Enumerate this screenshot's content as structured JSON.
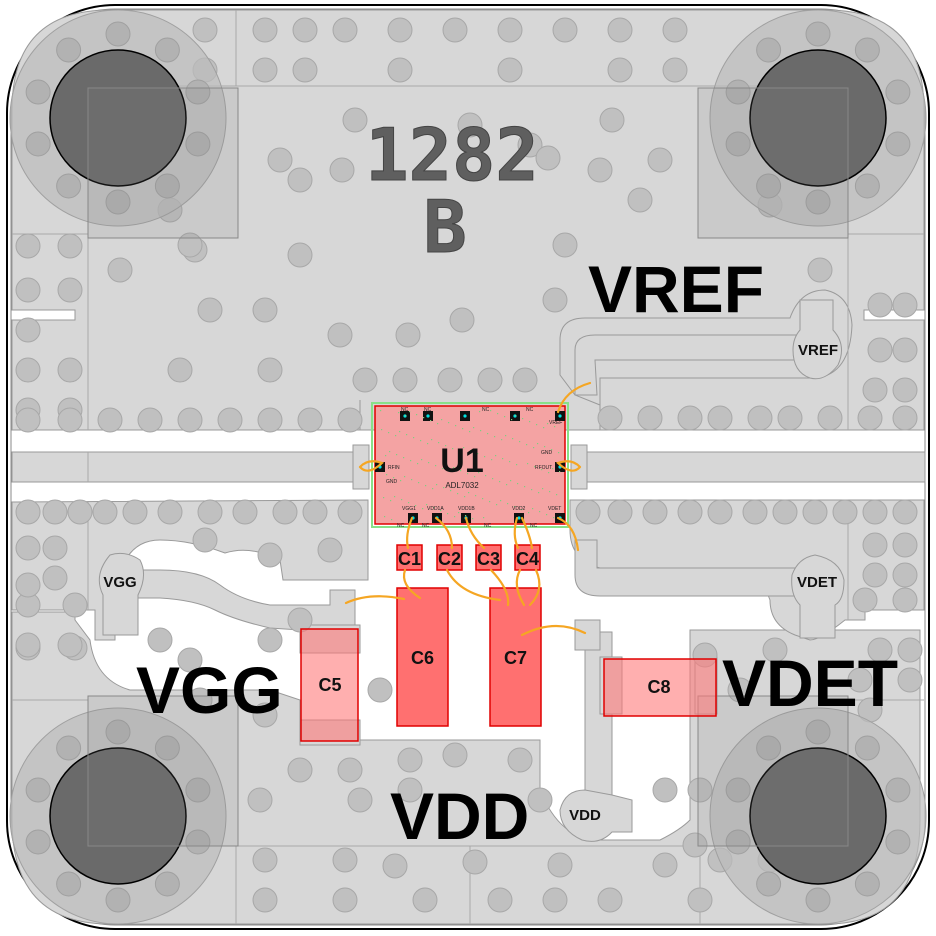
{
  "board": {
    "marking_number": "1282",
    "marking_revision": "B",
    "colors": {
      "background": "#ffffff",
      "copper": "#d7d7d7",
      "copper_edge": "#9a9a9a",
      "via": "#c0c0c0",
      "mount_ring": "#b8b8b8",
      "mount_hole": "#6a6a6a",
      "component_fill": "#ff7070",
      "component_edge": "#e00000",
      "ic_fill": "#f4a3a3",
      "ic_outline": "#88e088",
      "bond_wire": "#f5a623",
      "pad_marker": "#00e0e0"
    }
  },
  "net_labels": {
    "vref": "VREF",
    "vgg": "VGG",
    "vdet": "VDET",
    "vdd": "VDD"
  },
  "pad_labels": {
    "vref": "VREF",
    "vgg": "VGG",
    "vdet": "VDET",
    "vdd": "VDD"
  },
  "components": {
    "u1": {
      "designator": "U1",
      "part_number": "ADL7032",
      "pins": {
        "top_nc_1": "NC",
        "top_nc_2": "NC",
        "top_nc_3": "NC",
        "top_nc_4": "NC",
        "vref": "VREF",
        "rfin": "RFIN",
        "gnd_left": "GND",
        "gnd_right": "GND",
        "rfout": "RFOUT",
        "vgg1": "VGG1",
        "vdd1a": "VDD1A",
        "vdd1b": "VDD1B",
        "vdd2": "VDD2",
        "vdet": "VDET",
        "bot_nc_1": "NC",
        "bot_nc_2": "NC",
        "bot_nc_3": "NC",
        "bot_nc_4": "NC"
      }
    },
    "capacitors": [
      {
        "designator": "C1"
      },
      {
        "designator": "C2"
      },
      {
        "designator": "C3"
      },
      {
        "designator": "C4"
      },
      {
        "designator": "C5"
      },
      {
        "designator": "C6"
      },
      {
        "designator": "C7"
      },
      {
        "designator": "C8"
      }
    ]
  }
}
